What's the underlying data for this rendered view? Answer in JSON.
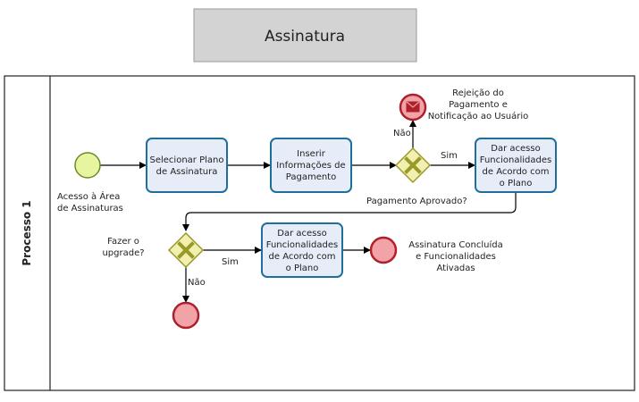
{
  "title": "Assinatura",
  "lane_label": "Processo 1",
  "start_event_label": [
    "Acesso à Área",
    "de Assinaturas"
  ],
  "tasks": {
    "selecionar": [
      "Selecionar Plano",
      "de Assinatura"
    ],
    "inserir": [
      "Inserir",
      "Informações de",
      "Pagamento"
    ],
    "dar_acesso_1": [
      "Dar acesso",
      "Funcionalidades",
      "de Acordo com",
      "o Plano"
    ],
    "dar_acesso_2": [
      "Dar acesso",
      "Funcionalidades",
      "de Acordo com",
      "o Plano"
    ]
  },
  "gateways": {
    "pagamento_label": "Pagamento Aprovado?",
    "upgrade_label": [
      "Fazer o",
      "upgrade?"
    ]
  },
  "flow_labels": {
    "nao_1": "Não",
    "sim_1": "Sim",
    "sim_2": "Sim",
    "nao_2": "Não"
  },
  "end_events": {
    "rejeicao": [
      "Rejeição do",
      "Pagamento e",
      "Notificação ao Usuário"
    ],
    "concluida": [
      "Assinatura Concluída",
      "e Funcionalidades",
      "Ativadas"
    ]
  },
  "colors": {
    "task_fill": "#e6ecf8",
    "task_stroke": "#1f6f9a",
    "start_fill": "#e8f5a0",
    "start_stroke": "#6a8a2a",
    "end_fill": "#f2a3a8",
    "end_stroke": "#b0202a",
    "gateway_fill": "#f2f0b0",
    "gateway_stroke": "#9a9a28",
    "title_fill": "#d3d3d3"
  },
  "icons": {
    "message_end": "envelope-icon",
    "gateway_marker": "x-mark-icon"
  }
}
